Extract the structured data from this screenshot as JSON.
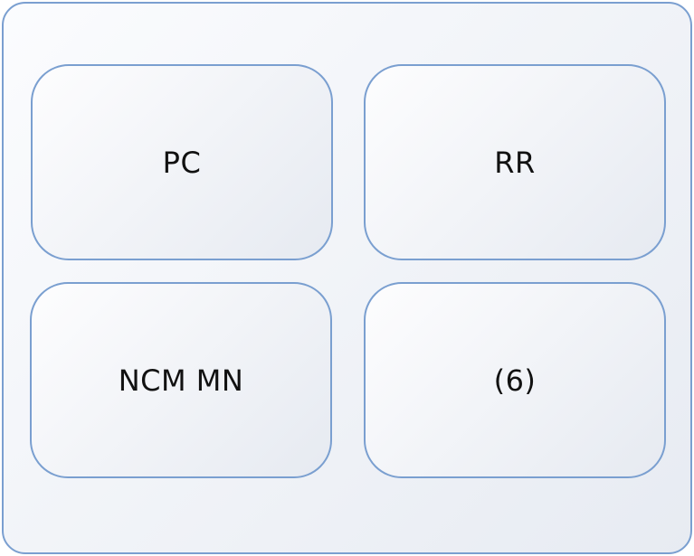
{
  "diagram": {
    "boxes": [
      {
        "label": "PC"
      },
      {
        "label": "RR"
      },
      {
        "label": "NCM MN"
      },
      {
        "label": "(6)"
      }
    ]
  }
}
